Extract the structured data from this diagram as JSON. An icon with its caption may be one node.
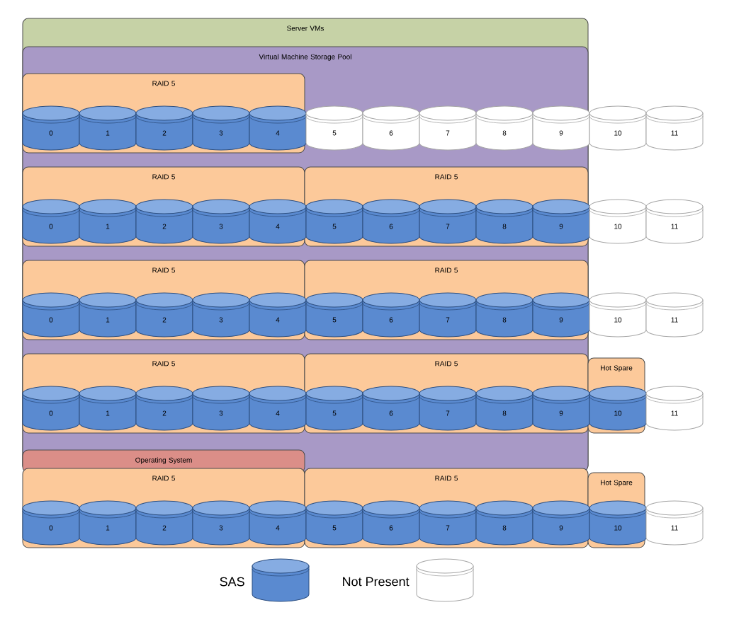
{
  "diagram": {
    "nodes": [
      {
        "text": [
          "Server VMs"
        ]
      },
      {
        "text": [
          "Virtual Machine Storage Pool"
        ],
        "in": 0
      },
      {
        "text": [
          "RAID 5"
        ],
        "in": 1
      },
      {
        "text": [
          "0"
        ],
        "in": 2
      },
      {
        "text": [
          "1"
        ],
        "in": 2
      },
      {
        "text": [
          "2"
        ],
        "in": 2
      },
      {
        "text": [
          "3"
        ],
        "in": 2
      },
      {
        "text": [
          "4"
        ],
        "in": 2
      },
      {
        "text": [
          "5"
        ],
        "in": 1
      },
      {
        "text": [
          "6"
        ],
        "in": 1
      },
      {
        "text": [
          "7"
        ],
        "in": 1
      },
      {
        "text": [
          "8"
        ],
        "in": 1
      },
      {
        "text": [
          "9"
        ],
        "in": 1
      },
      {
        "text": [
          "10"
        ]
      },
      {
        "text": [
          "11"
        ]
      },
      {
        "text": [
          "RAID 5"
        ],
        "in": 1
      },
      {
        "text": [
          "RAID 5"
        ],
        "in": 1
      },
      {
        "text": [
          "0"
        ],
        "in": 15
      },
      {
        "text": [
          "1"
        ],
        "in": 15
      },
      {
        "text": [
          "2"
        ],
        "in": 15
      },
      {
        "text": [
          "3"
        ],
        "in": 15
      },
      {
        "text": [
          "4"
        ],
        "in": 15
      },
      {
        "text": [
          "5"
        ],
        "in": 16
      },
      {
        "text": [
          "6"
        ],
        "in": 16
      },
      {
        "text": [
          "7"
        ],
        "in": 16
      },
      {
        "text": [
          "8"
        ],
        "in": 16
      },
      {
        "text": [
          "9"
        ],
        "in": 16
      },
      {
        "text": [
          "10"
        ]
      },
      {
        "text": [
          "11"
        ]
      },
      {
        "text": [
          "RAID 5"
        ],
        "in": 1
      },
      {
        "text": [
          "RAID 5"
        ],
        "in": 1
      },
      {
        "text": [
          "0"
        ],
        "in": 29
      },
      {
        "text": [
          "1"
        ],
        "in": 29
      },
      {
        "text": [
          "2"
        ],
        "in": 29
      },
      {
        "text": [
          "3"
        ],
        "in": 29
      },
      {
        "text": [
          "4"
        ],
        "in": 29
      },
      {
        "text": [
          "5"
        ],
        "in": 30
      },
      {
        "text": [
          "6"
        ],
        "in": 30
      },
      {
        "text": [
          "7"
        ],
        "in": 30
      },
      {
        "text": [
          "8"
        ],
        "in": 30
      },
      {
        "text": [
          "9"
        ],
        "in": 30
      },
      {
        "text": [
          "10"
        ]
      },
      {
        "text": [
          "11"
        ]
      },
      {
        "text": [
          "RAID 5"
        ],
        "in": 1
      },
      {
        "text": [
          "RAID 5"
        ],
        "in": 1
      },
      {
        "text": [
          "Hot Spare"
        ]
      },
      {
        "text": [
          "0"
        ],
        "in": 43
      },
      {
        "text": [
          "1"
        ],
        "in": 43
      },
      {
        "text": [
          "2"
        ],
        "in": 43
      },
      {
        "text": [
          "3"
        ],
        "in": 43
      },
      {
        "text": [
          "4"
        ],
        "in": 43
      },
      {
        "text": [
          "5"
        ],
        "in": 44
      },
      {
        "text": [
          "6"
        ],
        "in": 44
      },
      {
        "text": [
          "7"
        ],
        "in": 44
      },
      {
        "text": [
          "8"
        ],
        "in": 44
      },
      {
        "text": [
          "9"
        ],
        "in": 44
      },
      {
        "text": [
          "10"
        ],
        "in": 45
      },
      {
        "text": [
          "11"
        ]
      },
      {
        "text": [
          "Operating System"
        ],
        "in": 1
      },
      {
        "text": [
          "RAID 5"
        ]
      },
      {
        "text": [
          "RAID 5"
        ]
      },
      {
        "text": [
          "Hot Spare"
        ]
      },
      {
        "text": [
          "0"
        ],
        "in": 59
      },
      {
        "text": [
          "1"
        ],
        "in": 59
      },
      {
        "text": [
          "2"
        ],
        "in": 59
      },
      {
        "text": [
          "3"
        ],
        "in": 59
      },
      {
        "text": [
          "4"
        ],
        "in": 59
      },
      {
        "text": [
          "5"
        ],
        "in": 60
      },
      {
        "text": [
          "6"
        ],
        "in": 60
      },
      {
        "text": [
          "7"
        ],
        "in": 60
      },
      {
        "text": [
          "8"
        ],
        "in": 60
      },
      {
        "text": [
          "9"
        ],
        "in": 60
      },
      {
        "text": [
          "10"
        ],
        "in": 61
      },
      {
        "text": [
          "11"
        ]
      }
    ],
    "legend": [
      {
        "text": "SAS"
      },
      {
        "text": "Not Present"
      }
    ]
  }
}
